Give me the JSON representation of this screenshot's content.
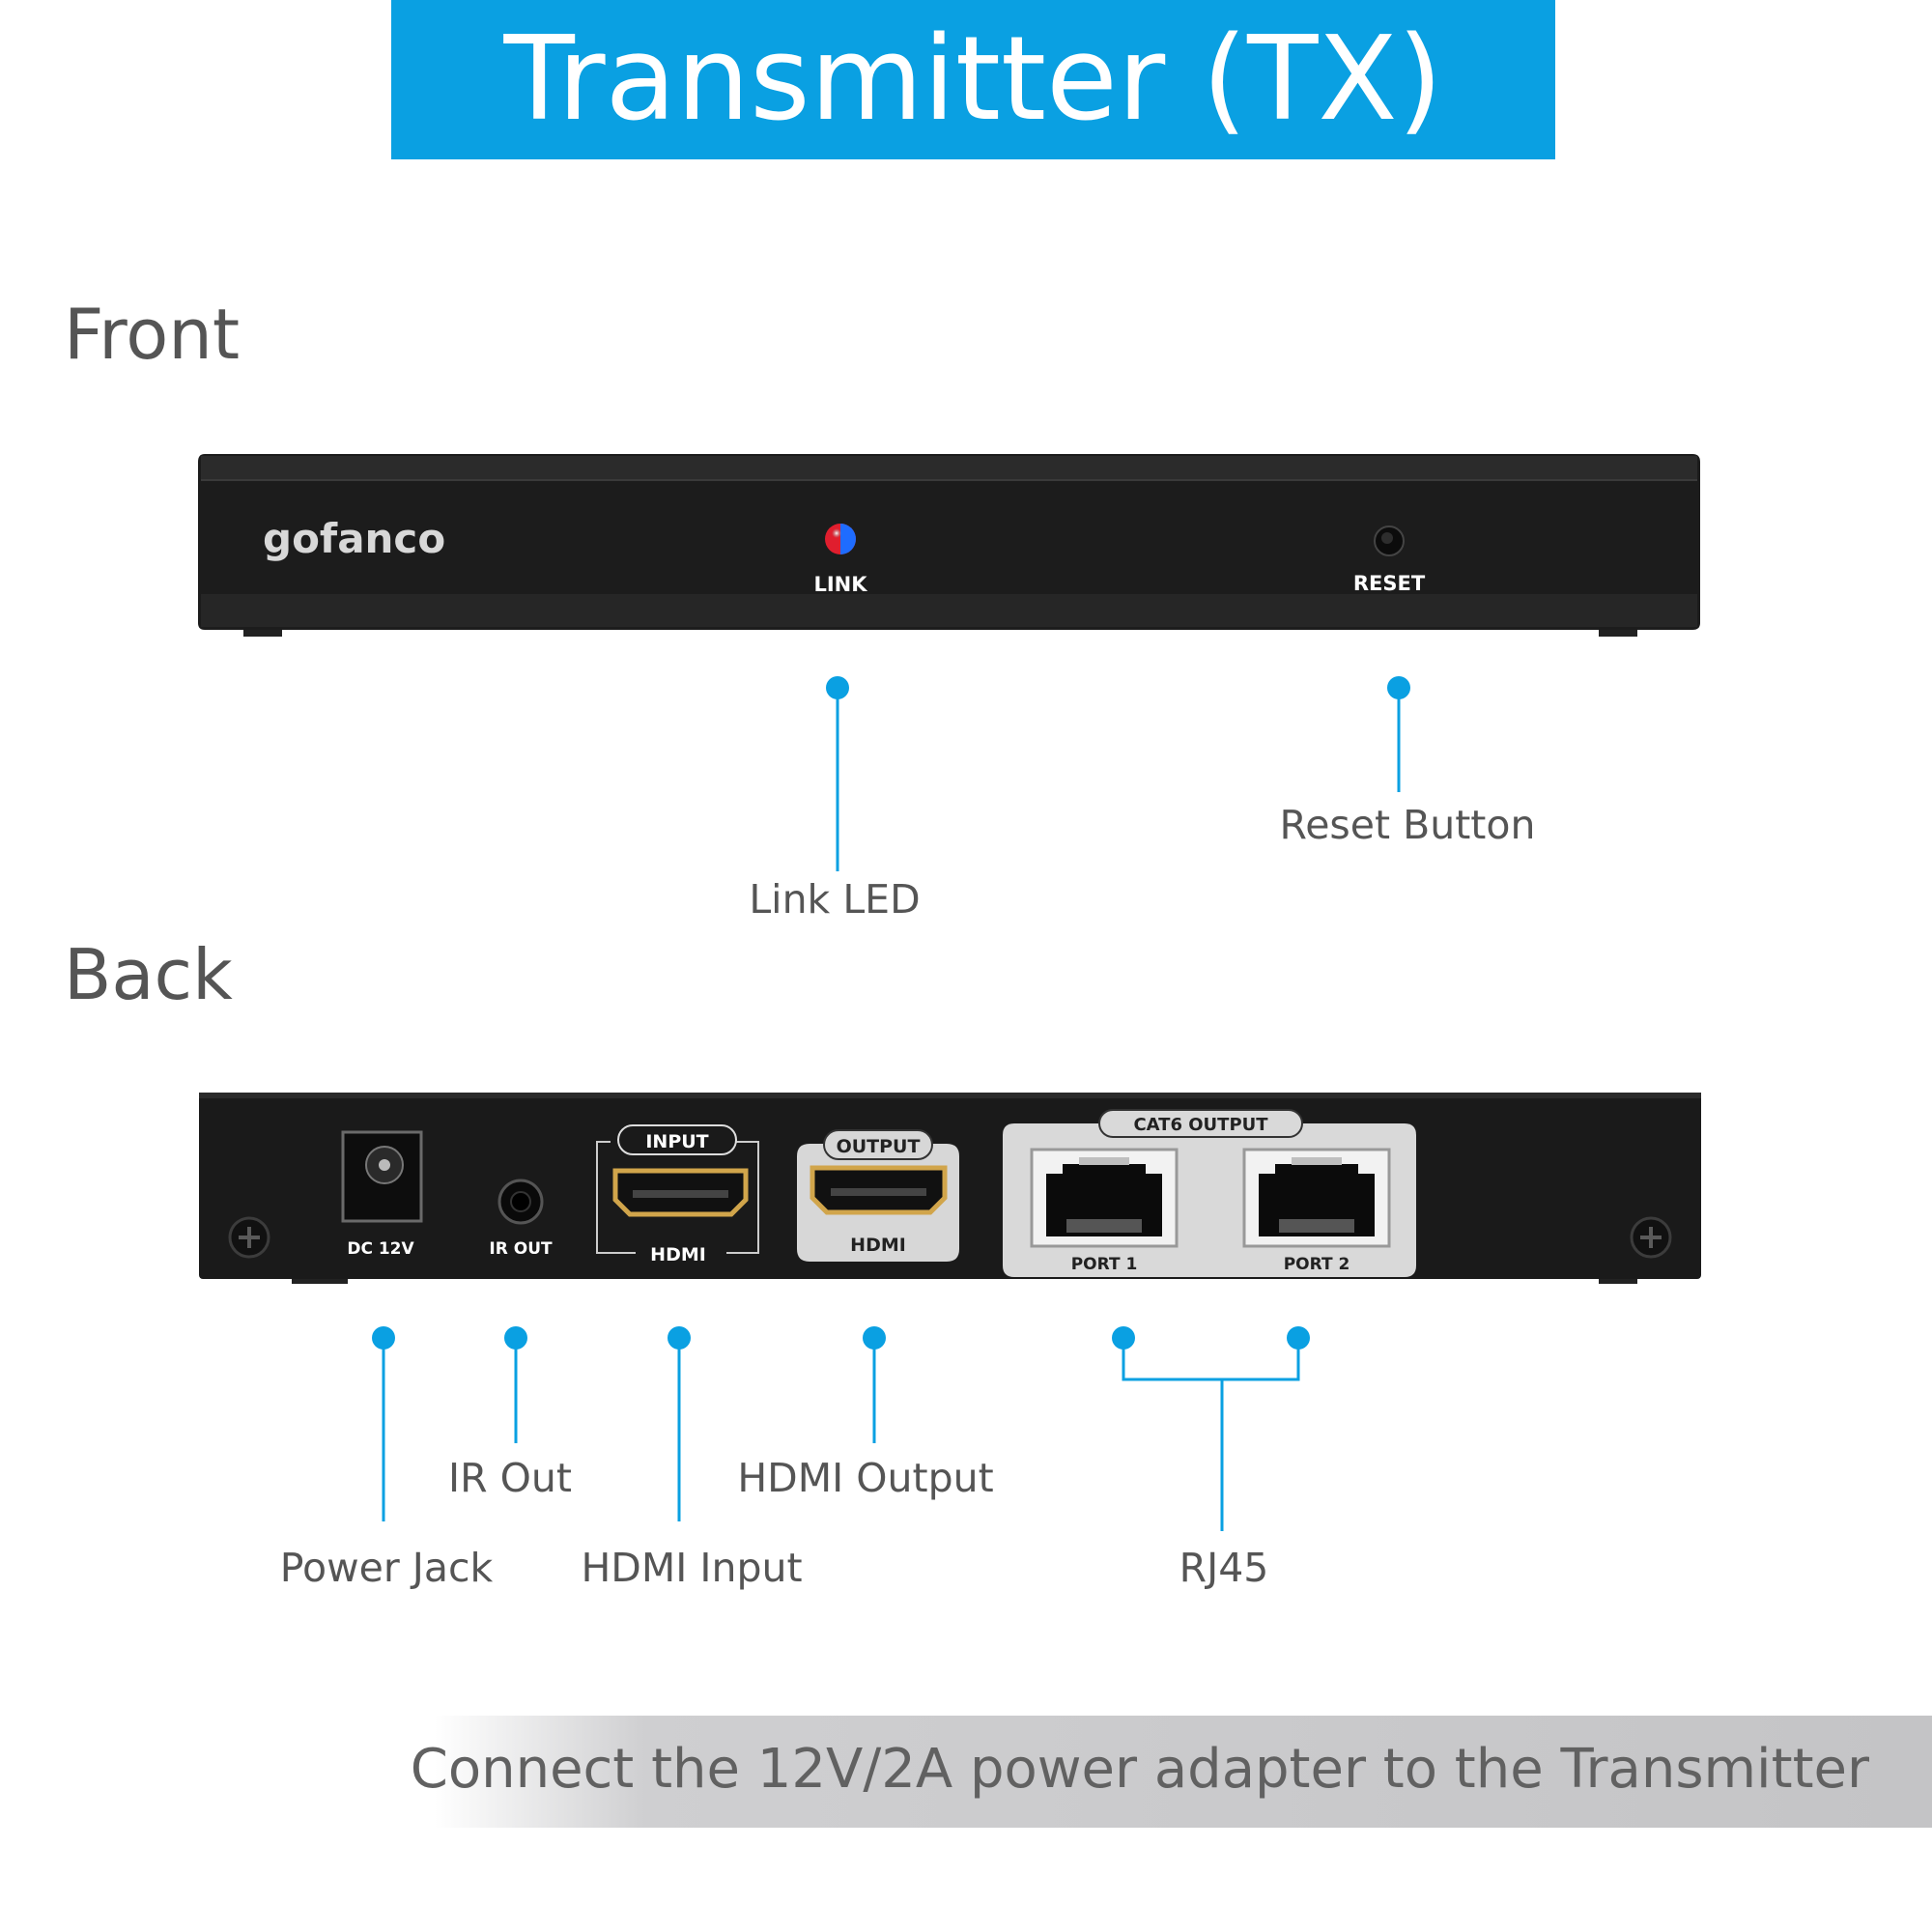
{
  "title": "Transmitter (TX)",
  "front": {
    "label": "Front",
    "brand": "gofanco",
    "link_led_text": "LINK",
    "reset_text": "RESET",
    "callouts": {
      "link_led": "Link LED",
      "reset_button": "Reset Button"
    }
  },
  "back": {
    "label": "Back",
    "ports": {
      "dc": "DC 12V",
      "ir": "IR OUT",
      "hdmi_in_header": "INPUT",
      "hdmi_in_label": "HDMI",
      "hdmi_out_header": "OUTPUT",
      "hdmi_out_label": "HDMI",
      "cat6_header": "CAT6 OUTPUT",
      "port1": "PORT 1",
      "port2": "PORT 2"
    },
    "callouts": {
      "power_jack": "Power Jack",
      "ir_out": "IR Out",
      "hdmi_input": "HDMI Input",
      "hdmi_output": "HDMI Output",
      "rj45": "RJ45"
    }
  },
  "footer": "Connect the 12V/2A power adapter to the Transmitter",
  "colors": {
    "accent": "#0aa0e2",
    "device": "#1a1a1a",
    "text": "#555555"
  }
}
